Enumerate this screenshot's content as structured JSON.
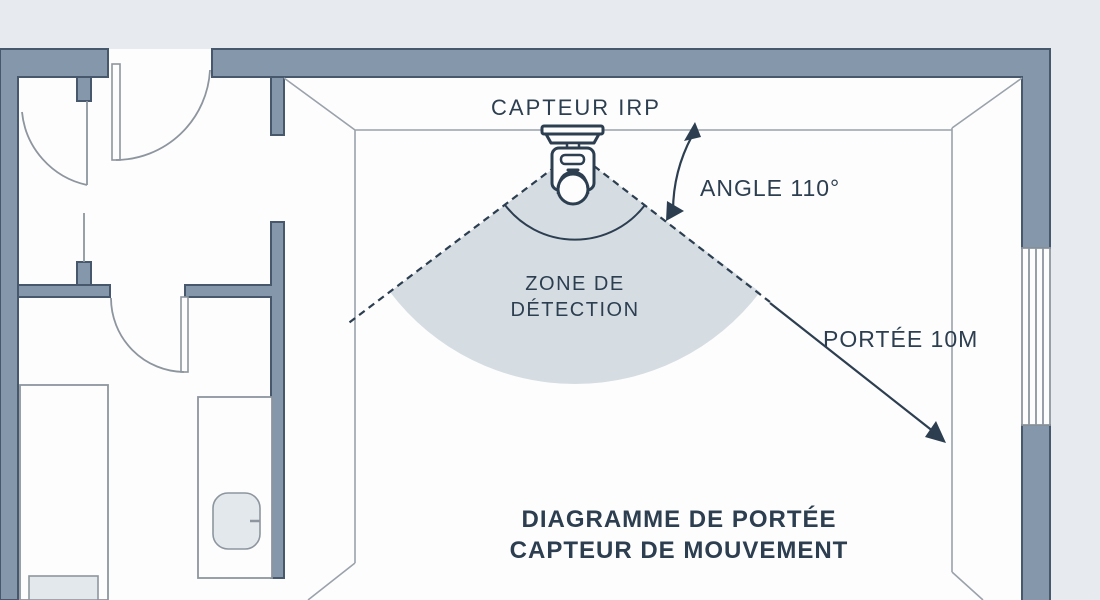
{
  "title": {
    "line1": "DIAGRAMME DE PORTÉE",
    "line2": "CAPTEUR DE MOUVEMENT"
  },
  "labels": {
    "sensor": "CAPTEUR IRP",
    "angle": "ANGLE 110°",
    "zone_line1": "ZONE DE",
    "zone_line2": "DÉTECTION",
    "range": "PORTÉE 10M"
  },
  "sensor": {
    "type": "ceiling-mounted PIR motion sensor",
    "detection_angle_deg": 110,
    "range_m": 10
  },
  "icons": {
    "sensor": "ceiling-pir-sensor-icon",
    "angle_annotation": "curved-double-arrow",
    "range_annotation": "straight-arrow",
    "zone": "dashed-fan-sector"
  },
  "colors": {
    "outside": "#e7eaee",
    "interior": "#fdfdfd",
    "wall": "#8597ab",
    "wall_outline": "#47586c",
    "floor_line": "#9aa2ab",
    "door_line": "#8d959e",
    "furniture_fill": "#e3e8ec",
    "zone_fill": "#d5dde3",
    "ink": "#2c3e50"
  }
}
